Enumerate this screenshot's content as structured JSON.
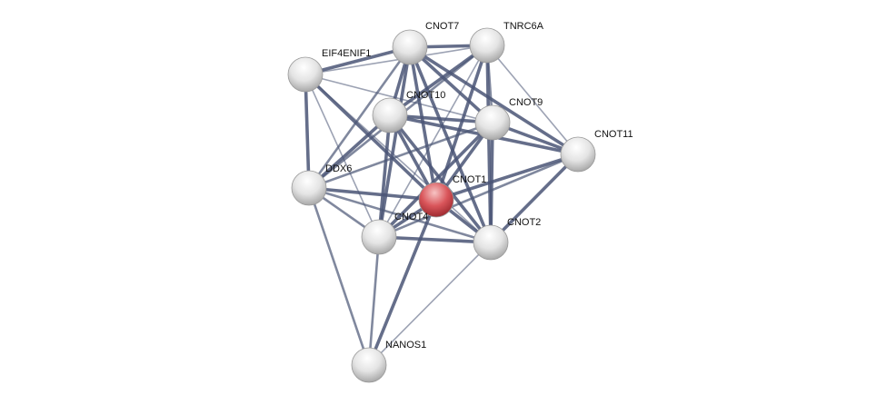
{
  "network": {
    "query_node": "CNOT1",
    "colors": {
      "query": "#d9555a",
      "node": "#e6e6e6",
      "edge": "#4a5575"
    },
    "nodes": [
      "CNOT7",
      "TNRC6A",
      "EIF4ENIF1",
      "CNOT10",
      "CNOT9",
      "CNOT11",
      "DDX6",
      "CNOT1",
      "CNOT4",
      "CNOT2",
      "NANOS1"
    ],
    "edges": [
      [
        "EIF4ENIF1",
        "CNOT7",
        3
      ],
      [
        "EIF4ENIF1",
        "DDX6",
        3
      ],
      [
        "EIF4ENIF1",
        "CNOT1",
        3
      ],
      [
        "EIF4ENIF1",
        "CNOT9",
        1
      ],
      [
        "EIF4ENIF1",
        "CNOT4",
        1
      ],
      [
        "EIF4ENIF1",
        "CNOT2",
        1
      ],
      [
        "EIF4ENIF1",
        "TNRC6A",
        1
      ],
      [
        "CNOT7",
        "TNRC6A",
        3
      ],
      [
        "CNOT7",
        "CNOT10",
        3
      ],
      [
        "CNOT7",
        "CNOT9",
        3
      ],
      [
        "CNOT7",
        "CNOT11",
        3
      ],
      [
        "CNOT7",
        "CNOT1",
        3
      ],
      [
        "CNOT7",
        "CNOT2",
        3
      ],
      [
        "CNOT7",
        "CNOT4",
        3
      ],
      [
        "CNOT7",
        "DDX6",
        2
      ],
      [
        "TNRC6A",
        "CNOT10",
        3
      ],
      [
        "TNRC6A",
        "CNOT9",
        2
      ],
      [
        "TNRC6A",
        "CNOT1",
        3
      ],
      [
        "TNRC6A",
        "CNOT2",
        3
      ],
      [
        "TNRC6A",
        "CNOT11",
        1
      ],
      [
        "TNRC6A",
        "DDX6",
        2
      ],
      [
        "TNRC6A",
        "CNOT4",
        1
      ],
      [
        "CNOT10",
        "CNOT9",
        3
      ],
      [
        "CNOT10",
        "CNOT11",
        3
      ],
      [
        "CNOT10",
        "CNOT1",
        3
      ],
      [
        "CNOT10",
        "CNOT2",
        3
      ],
      [
        "CNOT10",
        "CNOT4",
        3
      ],
      [
        "CNOT10",
        "DDX6",
        3
      ],
      [
        "CNOT9",
        "CNOT11",
        3
      ],
      [
        "CNOT9",
        "CNOT1",
        3
      ],
      [
        "CNOT9",
        "CNOT2",
        3
      ],
      [
        "CNOT9",
        "CNOT4",
        3
      ],
      [
        "CNOT9",
        "DDX6",
        2
      ],
      [
        "CNOT11",
        "CNOT1",
        3
      ],
      [
        "CNOT11",
        "CNOT2",
        3
      ],
      [
        "CNOT11",
        "CNOT4",
        2
      ],
      [
        "DDX6",
        "CNOT1",
        3
      ],
      [
        "DDX6",
        "CNOT4",
        2
      ],
      [
        "DDX6",
        "CNOT2",
        2
      ],
      [
        "DDX6",
        "NANOS1",
        2
      ],
      [
        "CNOT1",
        "CNOT4",
        3
      ],
      [
        "CNOT1",
        "CNOT2",
        3
      ],
      [
        "CNOT1",
        "NANOS1",
        3
      ],
      [
        "CNOT4",
        "CNOT2",
        3
      ],
      [
        "CNOT4",
        "NANOS1",
        2
      ],
      [
        "CNOT2",
        "NANOS1",
        1
      ]
    ]
  }
}
